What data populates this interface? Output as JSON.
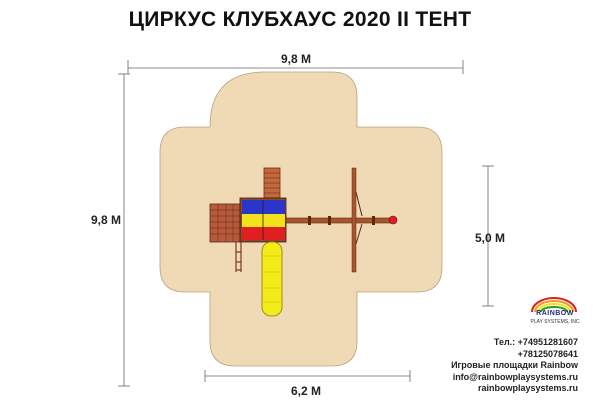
{
  "title": "ЦИРКУС КЛУБХАУС 2020 II ТЕНТ",
  "dimensions": {
    "top_width": "9,8 М",
    "left_height": "9,8 М",
    "right_height": "5,0 М",
    "bottom_width": "6,2 М"
  },
  "logo": {
    "name": "RAINBOW",
    "tagline": "PLAY SYSTEMS, INC"
  },
  "contacts": {
    "phone1": "Тел.: +74951281607",
    "phone2": "+78125078641",
    "company": "Игровые площадки Rainbow",
    "email": "info@rainbowplaysystems.ru",
    "website": "rainbowplaysystems.ru"
  },
  "colors": {
    "safety_zone": "#f0d9b5",
    "roof_blue": "#2a36c8",
    "roof_yellow": "#f2e21a",
    "roof_red": "#e02020",
    "slide_yellow": "#f4ec1a",
    "wood": "#a8552c",
    "dim_line": "#555555"
  }
}
